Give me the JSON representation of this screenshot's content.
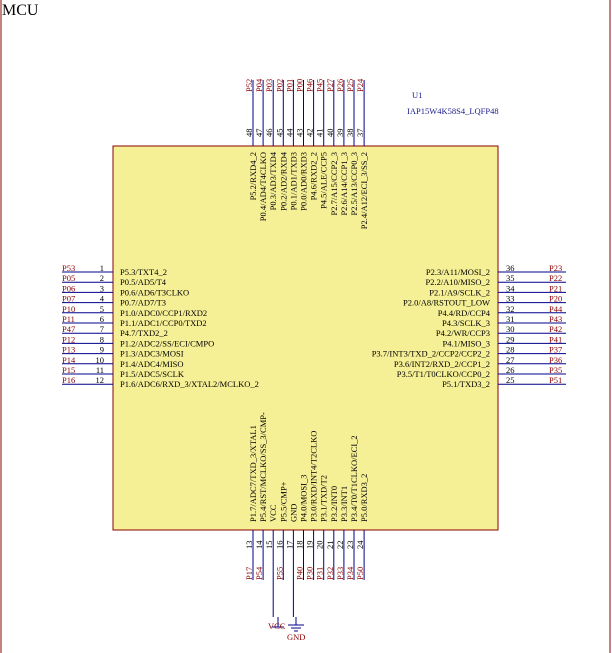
{
  "sheet": {
    "title": "MCU",
    "designator": "U1",
    "part": "IAP15W4K58S4_LQFP48",
    "vcc_label": "VCC",
    "gnd_label": "GND"
  },
  "colors": {
    "body_fill": "#f5ef96",
    "body_stroke": "#8b0000",
    "wire": "#00008b",
    "pin_line": "#000000",
    "net": "#8b0000"
  },
  "pins": {
    "left": [
      {
        "num": "1",
        "name": "P5.3/TXT4_2",
        "net": "P53"
      },
      {
        "num": "2",
        "name": "P0.5/AD5/T4",
        "net": "P05"
      },
      {
        "num": "3",
        "name": "P0.6/AD6/T3CLKO",
        "net": "P06"
      },
      {
        "num": "4",
        "name": "P0.7/AD7/T3",
        "net": "P07"
      },
      {
        "num": "5",
        "name": "P1.0/ADC0/CCP1/RXD2",
        "net": "P10"
      },
      {
        "num": "6",
        "name": "P1.1/ADC1/CCP0/TXD2",
        "net": "P11"
      },
      {
        "num": "7",
        "name": "P4.7/TXD2_2",
        "net": "P47"
      },
      {
        "num": "8",
        "name": "P1.2/ADC2/SS/ECI/CMPO",
        "net": "P12"
      },
      {
        "num": "9",
        "name": "P1.3/ADC3/MOSI",
        "net": "P13"
      },
      {
        "num": "10",
        "name": "P1.4/ADC4/MISO",
        "net": "P14"
      },
      {
        "num": "11",
        "name": "P1.5/ADC5/SCLK",
        "net": "P15"
      },
      {
        "num": "12",
        "name": "P1.6/ADC6/RXD_3/XTAL2/MCLKO_2",
        "net": "P16"
      }
    ],
    "right": [
      {
        "num": "36",
        "name": "P2.3/A11/MOSI_2",
        "net": "P23"
      },
      {
        "num": "35",
        "name": "P2.2/A10/MISO_2",
        "net": "P22"
      },
      {
        "num": "34",
        "name": "P2.1/A9/SCLK_2",
        "net": "P21"
      },
      {
        "num": "33",
        "name": "P2.0/A8/RSTOUT_LOW",
        "net": "P20"
      },
      {
        "num": "32",
        "name": "P4.4/RD/CCP4",
        "net": "P44"
      },
      {
        "num": "31",
        "name": "P4.3/SCLK_3",
        "net": "P43"
      },
      {
        "num": "30",
        "name": "P4.2/WR/CCP3",
        "net": "P42"
      },
      {
        "num": "29",
        "name": "P4.1/MISO_3",
        "net": "P41"
      },
      {
        "num": "28",
        "name": "P3.7/INT3/TXD_2/CCP2/CCP2_2",
        "net": "P37"
      },
      {
        "num": "27",
        "name": "P3.6/INT2/RXD_2/CCP1_2",
        "net": "P36"
      },
      {
        "num": "26",
        "name": "P3.5/T1/T0CLKO/CCP0_2",
        "net": "P35"
      },
      {
        "num": "25",
        "name": "P5.1/TXD3_2",
        "net": "P51"
      }
    ],
    "top": [
      {
        "num": "48",
        "name": "P5.2/RXD4_2",
        "net": "P52"
      },
      {
        "num": "47",
        "name": "P0.4/AD4/T4CLKO",
        "net": "P04"
      },
      {
        "num": "46",
        "name": "P0.3/AD3/TXD4",
        "net": "P03"
      },
      {
        "num": "45",
        "name": "P0.2/AD2/RXD4",
        "net": "P02"
      },
      {
        "num": "44",
        "name": "P0.1/AD1/TXD3",
        "net": "P01"
      },
      {
        "num": "43",
        "name": "P0.0/AD0/RXD3",
        "net": "P00"
      },
      {
        "num": "42",
        "name": "P4.6/RXD2_2",
        "net": "P46"
      },
      {
        "num": "41",
        "name": "P4.5/ALE/CCP5",
        "net": "P45"
      },
      {
        "num": "40",
        "name": "P2.7/A15/CCP2_3",
        "net": "P27"
      },
      {
        "num": "39",
        "name": "P2.6/A14/CCP1_3",
        "net": "P26"
      },
      {
        "num": "38",
        "name": "P2.5/A13/CCP0_3",
        "net": "P25"
      },
      {
        "num": "37",
        "name": "P2.4/A12/ECI_3/SS_2",
        "net": "P24"
      }
    ],
    "bottom": [
      {
        "num": "13",
        "name": "P1.7/ADC7/TXD_3/XTAL1",
        "net": "P17"
      },
      {
        "num": "14",
        "name": "P5.4/RST/MCLKO/SS_3/CMP-",
        "net": "P54"
      },
      {
        "num": "15",
        "name": "VCC",
        "net": ""
      },
      {
        "num": "16",
        "name": "P5.5/CMP+",
        "net": "P55"
      },
      {
        "num": "17",
        "name": "GND",
        "net": ""
      },
      {
        "num": "18",
        "name": "P4.0/MOSI_3",
        "net": "P40"
      },
      {
        "num": "19",
        "name": "P3.0/RXD/INT4/T2CLKO",
        "net": "P30"
      },
      {
        "num": "20",
        "name": "P3.1/TXD/T2",
        "net": "P31"
      },
      {
        "num": "21",
        "name": "P3.2/INT0",
        "net": "P32"
      },
      {
        "num": "22",
        "name": "P3.3/INT1",
        "net": "P33"
      },
      {
        "num": "23",
        "name": "P3.4/T0/T1CLKO/ECI_2",
        "net": "P34"
      },
      {
        "num": "24",
        "name": "P5.0/RXD3_2",
        "net": "P50"
      }
    ]
  }
}
